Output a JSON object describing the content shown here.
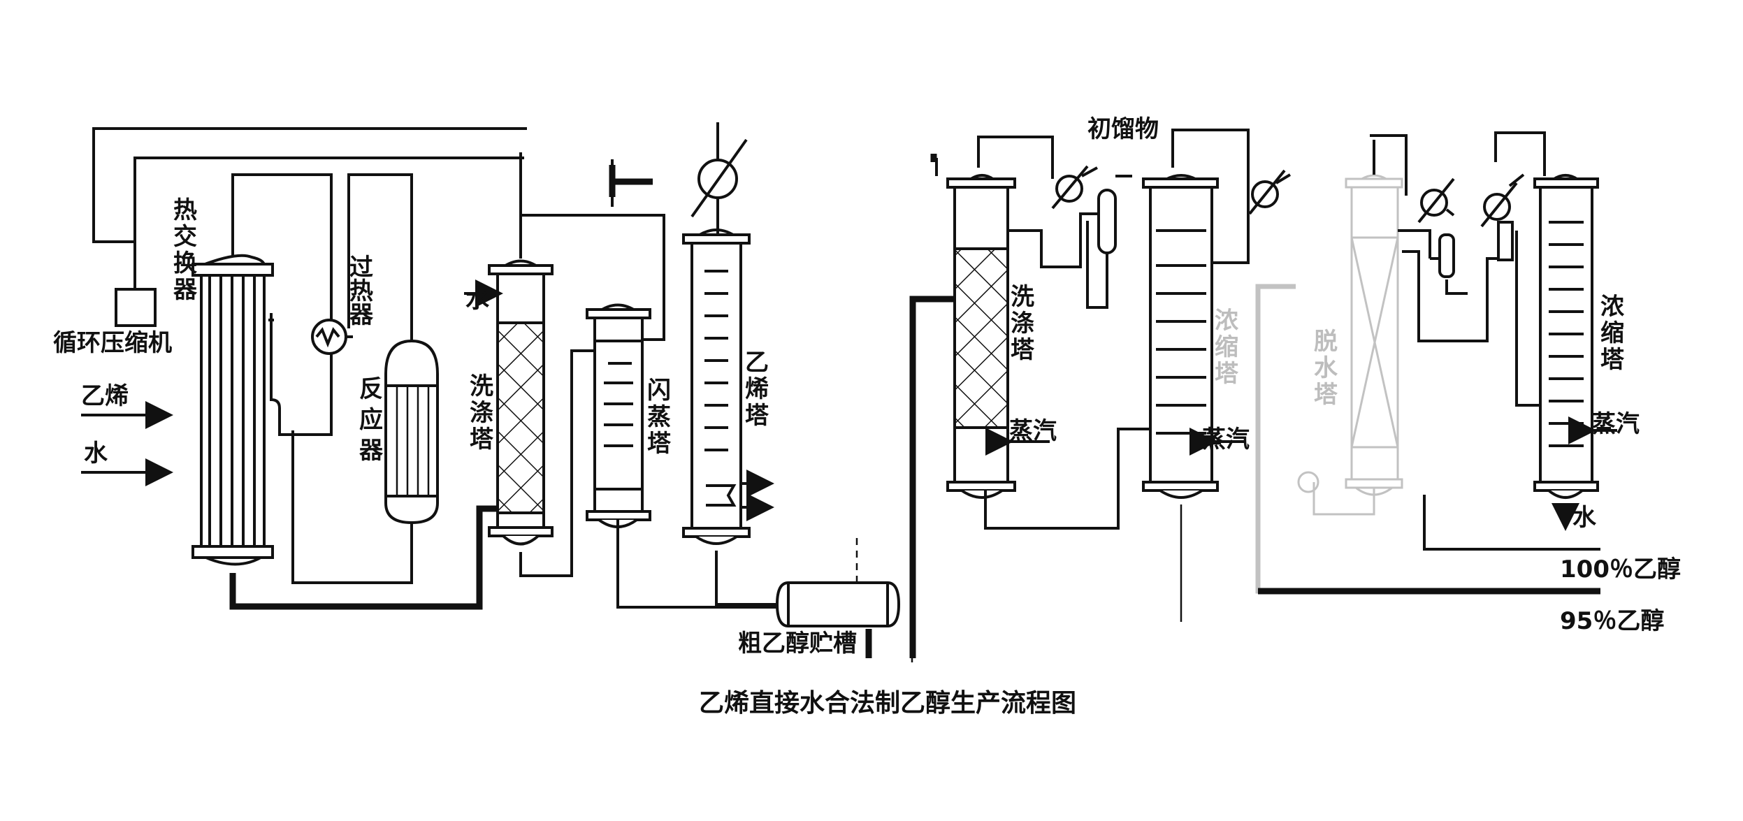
{
  "caption": "乙烯直接水合法制乙醇生产流程图",
  "labels": {
    "heat_exchanger": "热交换器",
    "compressor": "循环压缩机",
    "ethylene_in": "乙烯",
    "water_in": "水",
    "superheater": "过热器",
    "reactor": "反应器",
    "water_wash": "水",
    "wash_tower_1": "洗涤塔",
    "flash_tower": "闪蒸塔",
    "ethylene_tower": "乙烯塔",
    "crude_tank": "粗乙醇贮槽",
    "initial_distillate": "初馏物",
    "wash_tower_2": "洗涤塔",
    "steam_1": "蒸汽",
    "concentrating_tower_faint": "浓缩塔",
    "steam_2": "蒸汽",
    "dehydration_tower_faint": "脱水塔",
    "concentrating_tower": "浓缩塔",
    "steam_3": "蒸汽",
    "water_out": "水",
    "ethanol_100": "100％乙醇",
    "ethanol_95": "95％乙醇"
  }
}
